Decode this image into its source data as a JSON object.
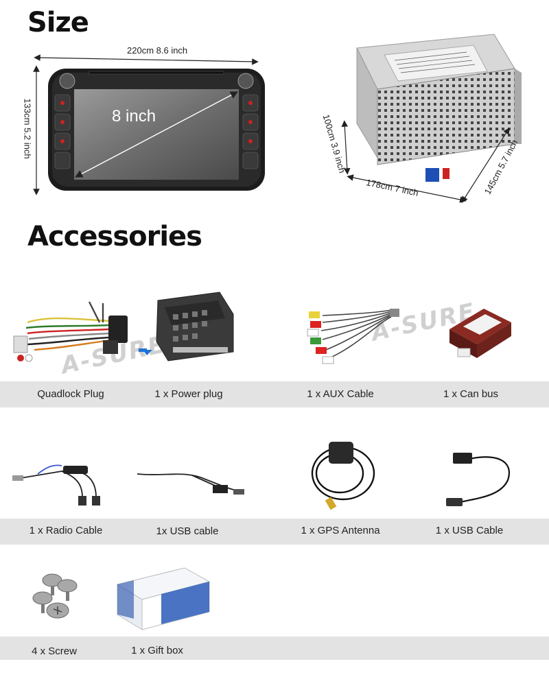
{
  "headings": {
    "size": "Size",
    "accessories": "Accessories"
  },
  "dimensions": {
    "front_width": "220cm 8.6 inch",
    "front_height": "133cm 5.2 inch",
    "screen_diagonal": "8 inch",
    "back_depth": "100cm 3.9 inch",
    "back_width": "178cm 7 inch",
    "back_height": "145cm 5.7 inch"
  },
  "watermark": "A-SURE",
  "accessories": [
    {
      "label": "Quadlock Plug",
      "icon": "wiring-harness-icon"
    },
    {
      "label": "1 x Power plug",
      "icon": "power-plug-icon"
    },
    {
      "label": "1 x AUX Cable",
      "icon": "aux-cable-icon"
    },
    {
      "label": "1 x Can bus",
      "icon": "canbus-box-icon"
    },
    {
      "label": "1 x Radio Cable",
      "icon": "radio-cable-icon"
    },
    {
      "label": "1x USB cable",
      "icon": "usb-cable-icon"
    },
    {
      "label": "1 x GPS Antenna",
      "icon": "gps-antenna-icon"
    },
    {
      "label": "1 x USB Cable",
      "icon": "usb-cable-2-icon"
    },
    {
      "label": "4 x Screw",
      "icon": "screw-icon"
    },
    {
      "label": "1 x Gift box",
      "icon": "gift-box-icon"
    }
  ]
}
